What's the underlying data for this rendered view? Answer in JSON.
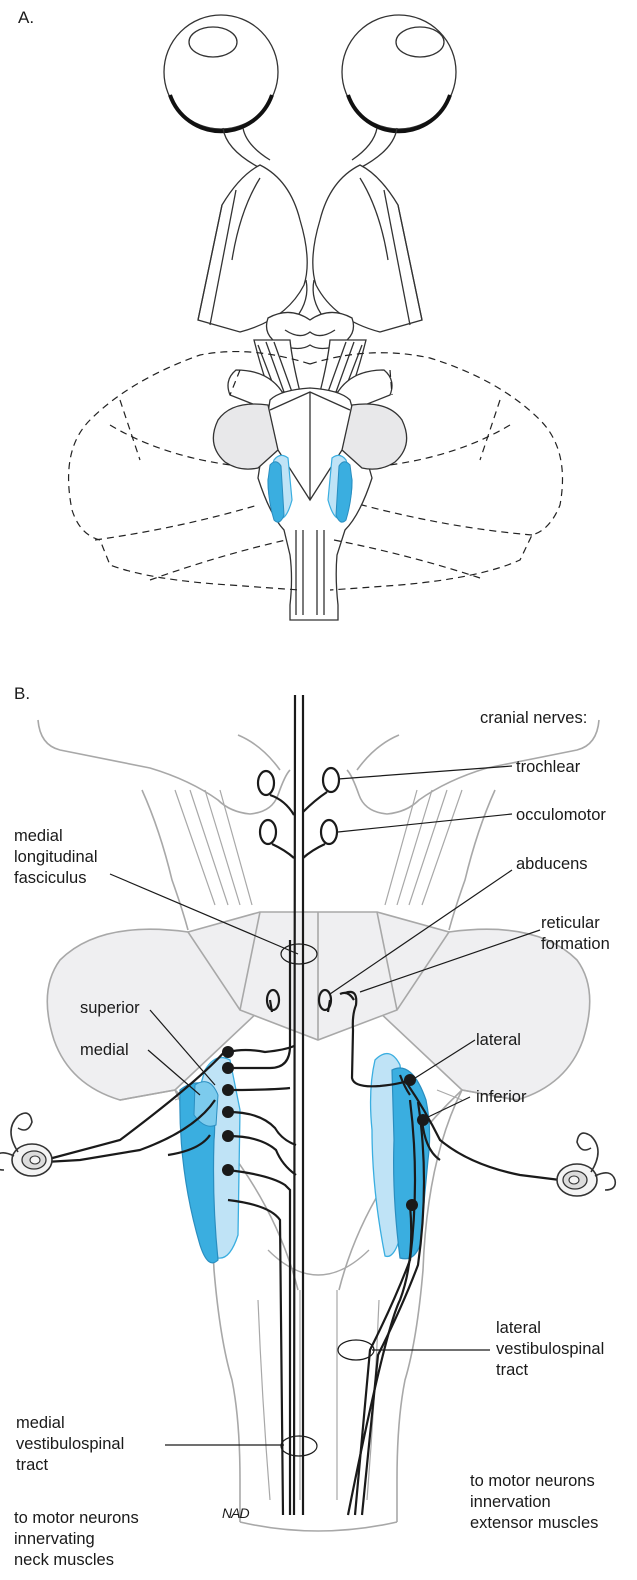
{
  "panels": {
    "a": "A.",
    "b": "B."
  },
  "cranial_nerves_heading": "cranial nerves:",
  "labels": {
    "trochlear": "trochlear",
    "occulomotor": "occulomotor",
    "abducens": "abducens",
    "reticular_formation": [
      "reticular",
      "formation"
    ],
    "mlf": [
      "medial",
      "longitudinal",
      "fasciculus"
    ],
    "superior": "superior",
    "medial": "medial",
    "lateral": "lateral",
    "inferior": "inferior",
    "lateral_vst": [
      "lateral",
      "vestibulospinal",
      "tract"
    ],
    "medial_vst": [
      "medial",
      "vestibulospinal",
      "tract"
    ],
    "motor_extensor": [
      "to motor neurons",
      "innervation",
      "extensor muscles"
    ],
    "motor_neck": [
      "to motor neurons",
      "innervating",
      "neck muscles"
    ]
  },
  "signature": "NAD",
  "colors": {
    "nucleus_dark": "#3aaee0",
    "nucleus_light": "#bfe3f6",
    "brain_fill": "#efeff1",
    "outline_gray": "#a8a8a8",
    "ink": "#1a1a1a"
  }
}
